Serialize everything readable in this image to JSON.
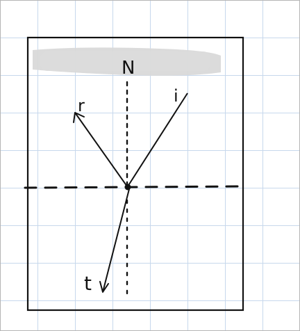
{
  "diagram": {
    "labels": {
      "normal": "N",
      "incident": "i",
      "reflected": "r",
      "transmitted": "t"
    },
    "colors": {
      "ink": "#111111",
      "grid": "#c7d8ec",
      "redaction": "#d9d9d9",
      "background": "#ffffff"
    }
  }
}
